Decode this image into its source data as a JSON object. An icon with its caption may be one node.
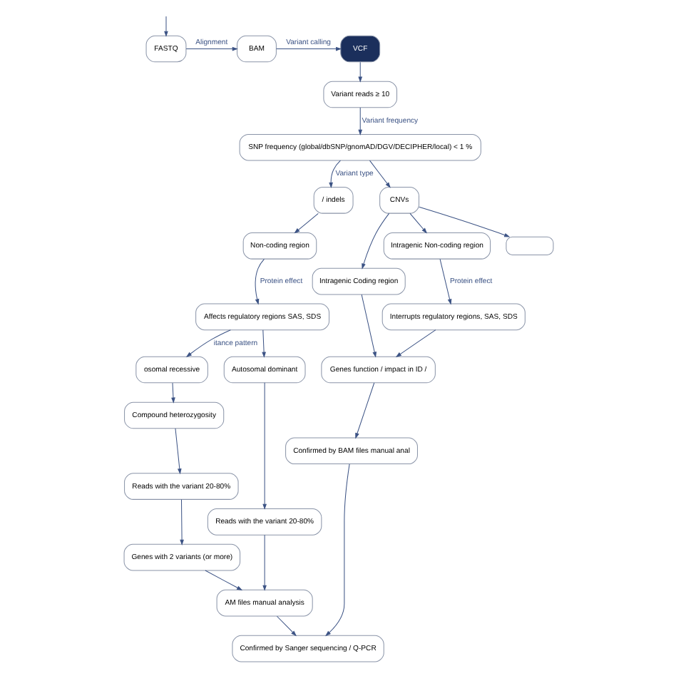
{
  "diagram": {
    "nodes": [
      {
        "text": [
          "FASTQ"
        ]
      },
      {
        "text": [
          "BAM"
        ]
      },
      {
        "text": [
          "VCF"
        ]
      },
      {
        "text": [
          "Variant reads ≥ 10"
        ]
      },
      {
        "text": [
          "SNP frequency (global/dbSNP/gnomAD/DGV/DECIPHER/local) < 1 %"
        ]
      },
      {
        "text": [
          "/ indels"
        ]
      },
      {
        "text": [
          "CNVs"
        ]
      },
      {
        "text": [
          "Non-coding region"
        ]
      },
      {
        "text": [
          "Affects regulatory regions SAS, SDS"
        ]
      },
      {
        "text": [
          "osomal recessive"
        ]
      },
      {
        "text": [
          "Autosomal dominant"
        ]
      },
      {
        "text": [
          "Compound heterozygosity"
        ]
      },
      {
        "text": [
          "Reads with the variant 20-80%"
        ]
      },
      {
        "text": [
          "Genes with 2 variants (or more)"
        ]
      },
      {
        "text": [
          "Reads with the variant 20-80%"
        ]
      },
      {
        "text": [
          "AM files manual analysis"
        ]
      },
      {
        "text": [
          "Intragenic Coding region"
        ]
      },
      {
        "text": [
          "Intragenic Non-coding region"
        ]
      },
      {
        "text": [],
        "shape": "box"
      },
      {
        "text": [
          "Interrupts regulatory regions, SAS, SDS"
        ]
      },
      {
        "text": [
          "Genes function / impact in ID /"
        ]
      },
      {
        "text": [
          "Confirmed by BAM files manual anal"
        ]
      },
      {
        "text": [
          "Confirmed by Sanger sequencing / Q-PCR"
        ]
      }
    ],
    "edges": [
      {
        "from": null,
        "to": 0,
        "arrow": "to"
      },
      {
        "from": 0,
        "to": 1,
        "arrow": "to",
        "label": "Alignment"
      },
      {
        "from": 1,
        "to": 2,
        "arrow": "to",
        "label": "Variant calling"
      },
      {
        "from": 2,
        "to": 3,
        "arrow": "to"
      },
      {
        "from": 3,
        "to": 4,
        "arrow": "to",
        "label": "Variant frequency"
      },
      {
        "from": 4,
        "to": 5,
        "arrow": "to",
        "label": "Variant type"
      },
      {
        "from": 4,
        "to": 6,
        "arrow": "to"
      },
      {
        "from": 5,
        "to": 7,
        "arrow": "to"
      },
      {
        "from": 7,
        "to": 8,
        "arrow": "to",
        "label": "Protein effect"
      },
      {
        "from": 8,
        "to": 9,
        "arrow": "to",
        "label": "itance pattern"
      },
      {
        "from": 8,
        "to": 10,
        "arrow": "to"
      },
      {
        "from": 9,
        "to": 11,
        "arrow": "to"
      },
      {
        "from": 11,
        "to": 12,
        "arrow": "to"
      },
      {
        "from": 12,
        "to": 13,
        "arrow": "to"
      },
      {
        "from": 10,
        "to": 14,
        "arrow": "to"
      },
      {
        "from": 13,
        "to": 15,
        "arrow": "to"
      },
      {
        "from": 14,
        "to": 15,
        "arrow": "to"
      },
      {
        "from": 6,
        "to": 16,
        "arrow": "to"
      },
      {
        "from": 6,
        "to": 17,
        "arrow": "to"
      },
      {
        "from": 6,
        "to": 18,
        "arrow": "to"
      },
      {
        "from": 17,
        "to": 19,
        "arrow": "to",
        "label": "Protein effect"
      },
      {
        "from": 16,
        "to": 20,
        "arrow": "to"
      },
      {
        "from": 19,
        "to": 20,
        "arrow": "to"
      },
      {
        "from": 20,
        "to": 21,
        "arrow": "to"
      },
      {
        "from": 15,
        "to": 22,
        "arrow": "to"
      },
      {
        "from": 21,
        "to": 22,
        "arrow": "to"
      }
    ]
  }
}
